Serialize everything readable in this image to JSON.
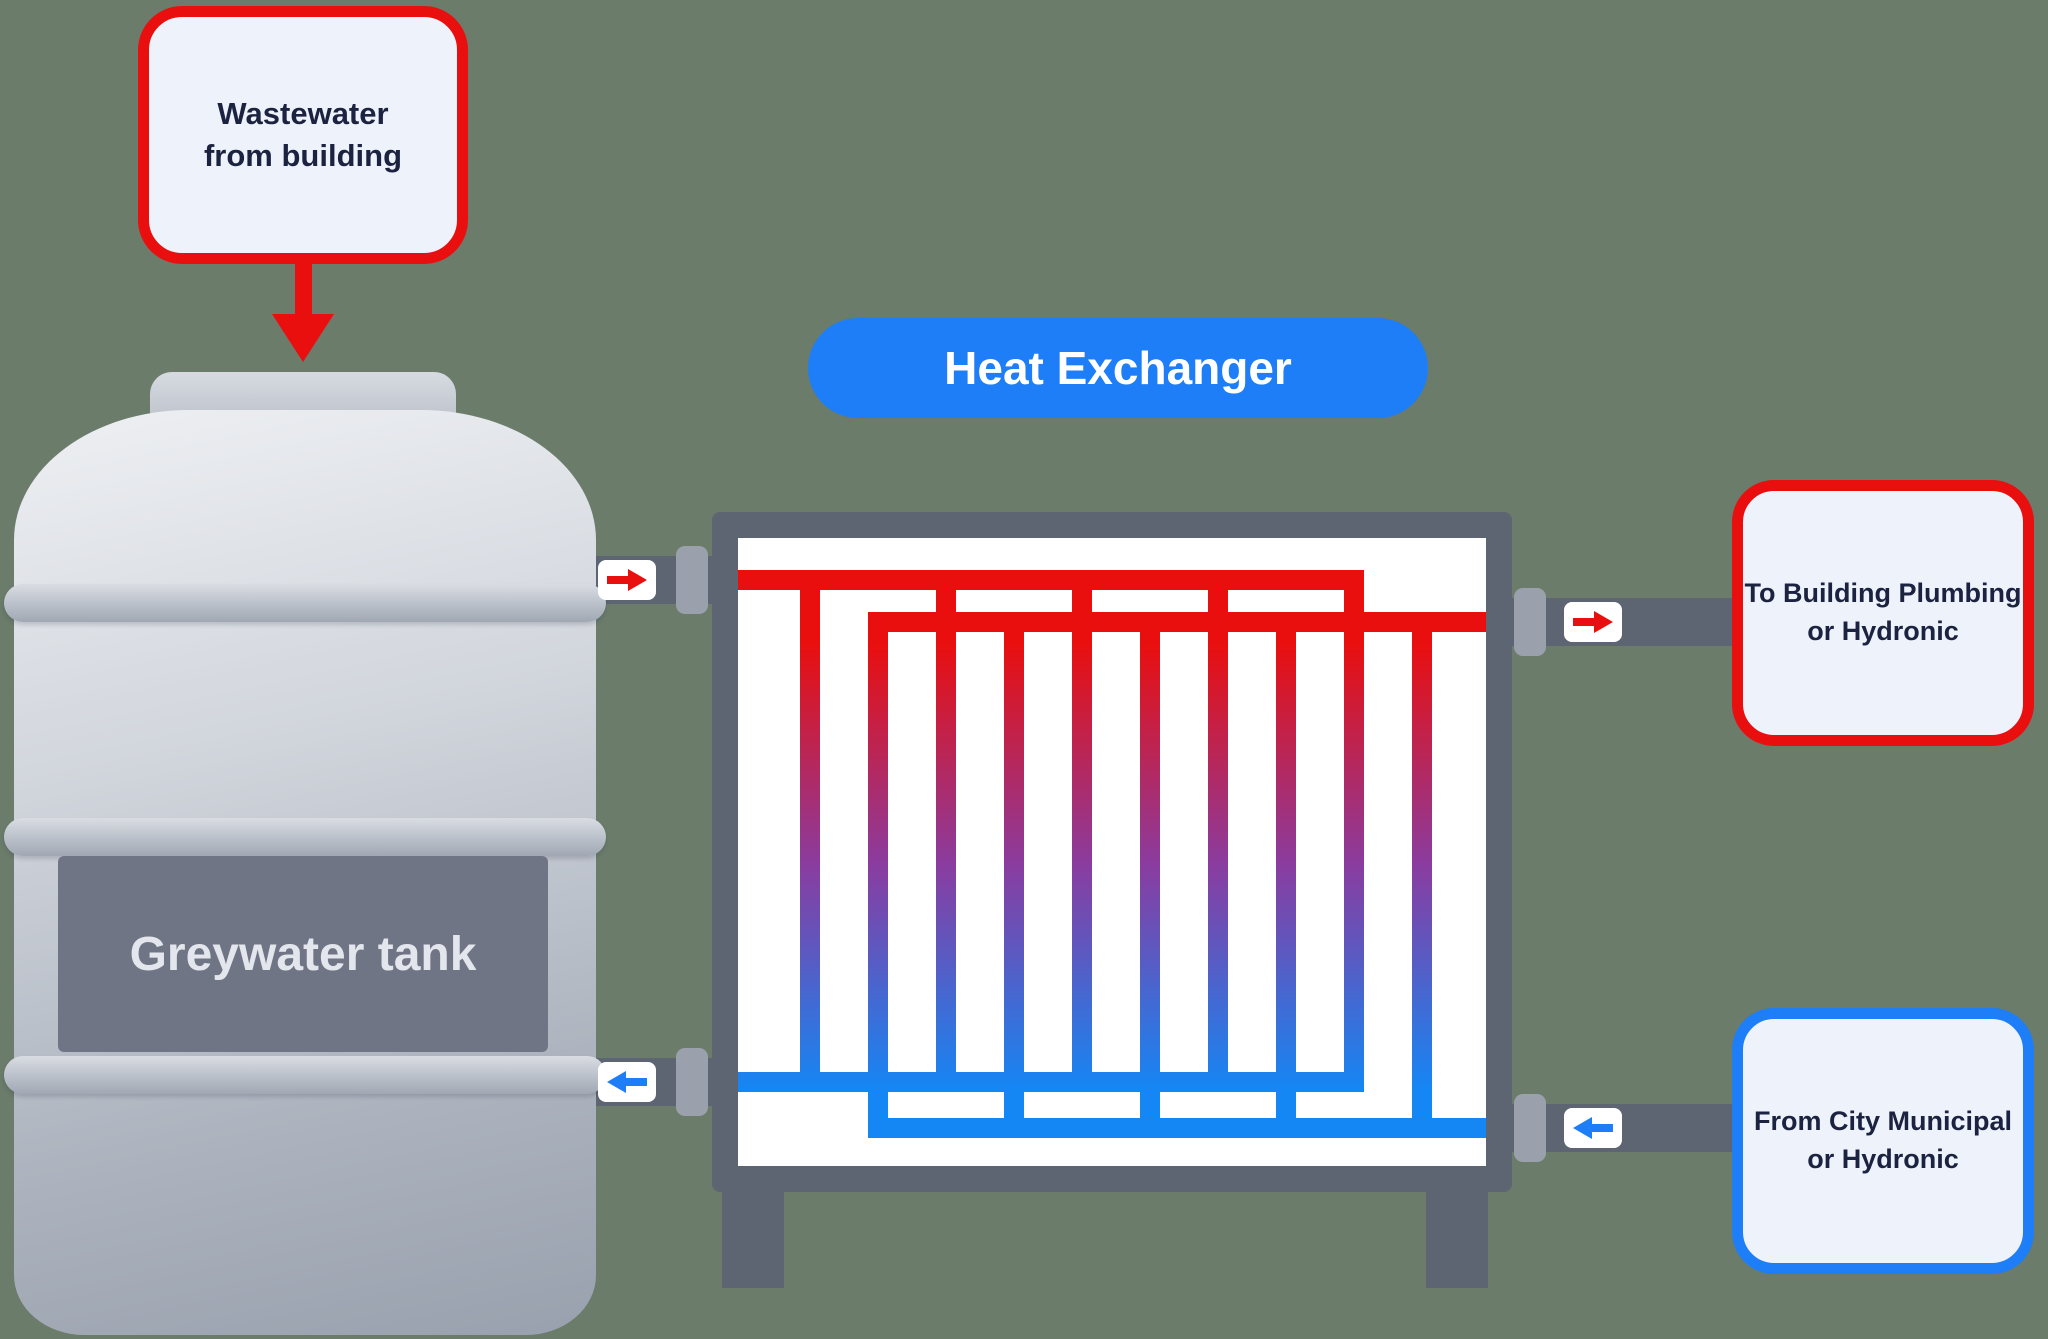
{
  "labels": {
    "wastewater": "Wastewater\nfrom building",
    "heat_exchanger": "Heat Exchanger",
    "greywater_tank": "Greywater tank",
    "to_building": "To Building Plumbing\nor Hydronic",
    "from_city": "From City Municipal\nor Hydronic"
  },
  "icons": {
    "wastewater_flow_arrow": "down-arrow",
    "hot_flow_arrow": "right-arrow",
    "cold_flow_arrow": "left-arrow"
  },
  "colors": {
    "background": "#6b7c6b",
    "red": "#e90f0f",
    "blue": "#1d7ef7",
    "coil_blue": "#1487f5",
    "coil_mid": "#8a3c9f",
    "slate": "#5d6472",
    "navy": "#1b2340",
    "ice": "#eef3fb",
    "coupler": "#9ba1ac",
    "band": "#6f7584",
    "band_text": "#e3e6ec"
  }
}
